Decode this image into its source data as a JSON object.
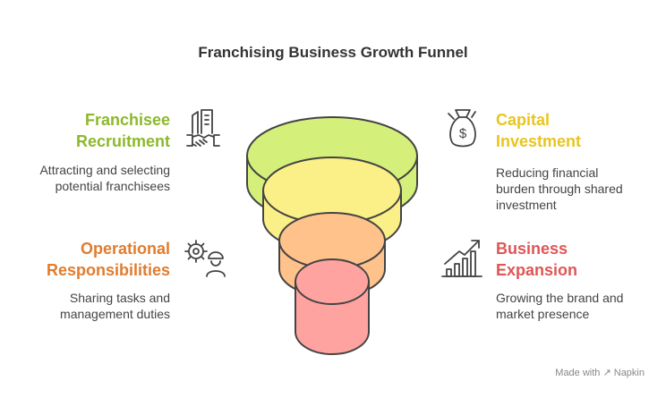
{
  "title": "Franchising Business Growth Funnel",
  "stages": [
    {
      "heading": "Franchisee\nRecruitment",
      "description": "Attracting and selecting\npotential franchisees",
      "color": "#8DB82D",
      "icon": "handshake-buildings-icon",
      "fill": "#D4F07A"
    },
    {
      "heading": "Capital\nInvestment",
      "description": "Reducing financial\nburden through shared\ninvestment",
      "color": "#E8C520",
      "icon": "money-bag-icon",
      "fill": "#FBF088"
    },
    {
      "heading": "Operational\nResponsibilities",
      "description": "Sharing tasks and\nmanagement duties",
      "color": "#E07C2E",
      "icon": "gears-worker-icon",
      "fill": "#FFC28A"
    },
    {
      "heading": "Business\nExpansion",
      "description": "Growing the brand and\nmarket presence",
      "color": "#DE5656",
      "icon": "growth-chart-icon",
      "fill": "#FFA3A0"
    }
  ],
  "watermark": "Made with ↗ Napkin"
}
